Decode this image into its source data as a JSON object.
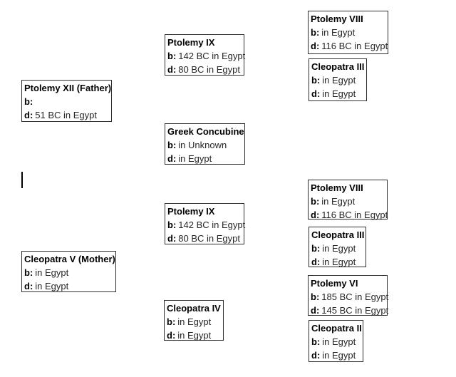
{
  "diagram": {
    "labels": {
      "birth": "b:",
      "death": "d:"
    },
    "boxes": [
      {
        "id": "ptolemy-viii-top",
        "title": "Ptolemy VIII",
        "birth": "in Egypt",
        "death": "116 BC in Egypt"
      },
      {
        "id": "cleopatra-iii-top",
        "title": "Cleopatra III",
        "birth": "in Egypt",
        "death": "in Egypt"
      },
      {
        "id": "ptolemy-ix-top",
        "title": "Ptolemy IX",
        "birth": "142 BC in Egypt",
        "death": "80 BC in Egypt"
      },
      {
        "id": "ptolemy-xii-father",
        "title": "Ptolemy XII (Father)",
        "birth": "",
        "death": "51 BC in Egypt"
      },
      {
        "id": "greek-concubine",
        "title": "Greek Concubine",
        "birth": "in Unknown",
        "death": "in Egypt"
      },
      {
        "id": "ptolemy-viii-mid",
        "title": "Ptolemy VIII",
        "birth": "in Egypt",
        "death": "116 BC in Egypt"
      },
      {
        "id": "ptolemy-ix-mid",
        "title": "Ptolemy IX",
        "birth": "142 BC in Egypt",
        "death": "80 BC in Egypt"
      },
      {
        "id": "cleopatra-iii-mid",
        "title": "Cleopatra III",
        "birth": "in Egypt",
        "death": "in Egypt"
      },
      {
        "id": "cleopatra-v-mother",
        "title": "Cleopatra V (Mother)",
        "birth": "in Egypt",
        "death": "in Egypt"
      },
      {
        "id": "ptolemy-vi",
        "title": "Ptolemy VI",
        "birth": "185 BC in Egypt",
        "death": "145 BC in Egypt"
      },
      {
        "id": "cleopatra-iv",
        "title": "Cleopatra IV",
        "birth": "in Egypt",
        "death": "in Egypt"
      },
      {
        "id": "cleopatra-ii",
        "title": "Cleopatra II",
        "birth": "in Egypt",
        "death": "in Egypt"
      }
    ],
    "colors": {
      "background": "#ffffff",
      "box_border": "#2e2e2e",
      "title_text": "#000000",
      "value_text": "#262626",
      "cursor": "#000000"
    }
  }
}
